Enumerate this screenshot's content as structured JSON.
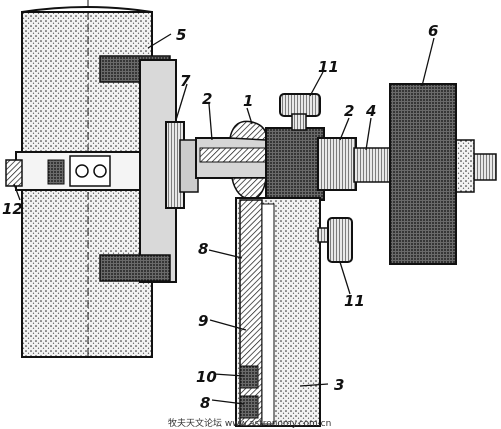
{
  "colors": {
    "ink": "#151515",
    "paper": "#ffffff",
    "stipple": "#dcdcdc",
    "dark_fill": "#3a3a3a"
  },
  "labels": {
    "l1": "1",
    "l2a": "2",
    "l2b": "2",
    "l3": "3",
    "l4": "4",
    "l5": "5",
    "l6": "6",
    "l7": "7",
    "l8a": "8",
    "l8b": "8",
    "l9": "9",
    "l10": "10",
    "l11a": "11",
    "l11b": "11",
    "l12": "12"
  },
  "watermark": "牧夫天文论坛 www.astronomy.com.cn"
}
